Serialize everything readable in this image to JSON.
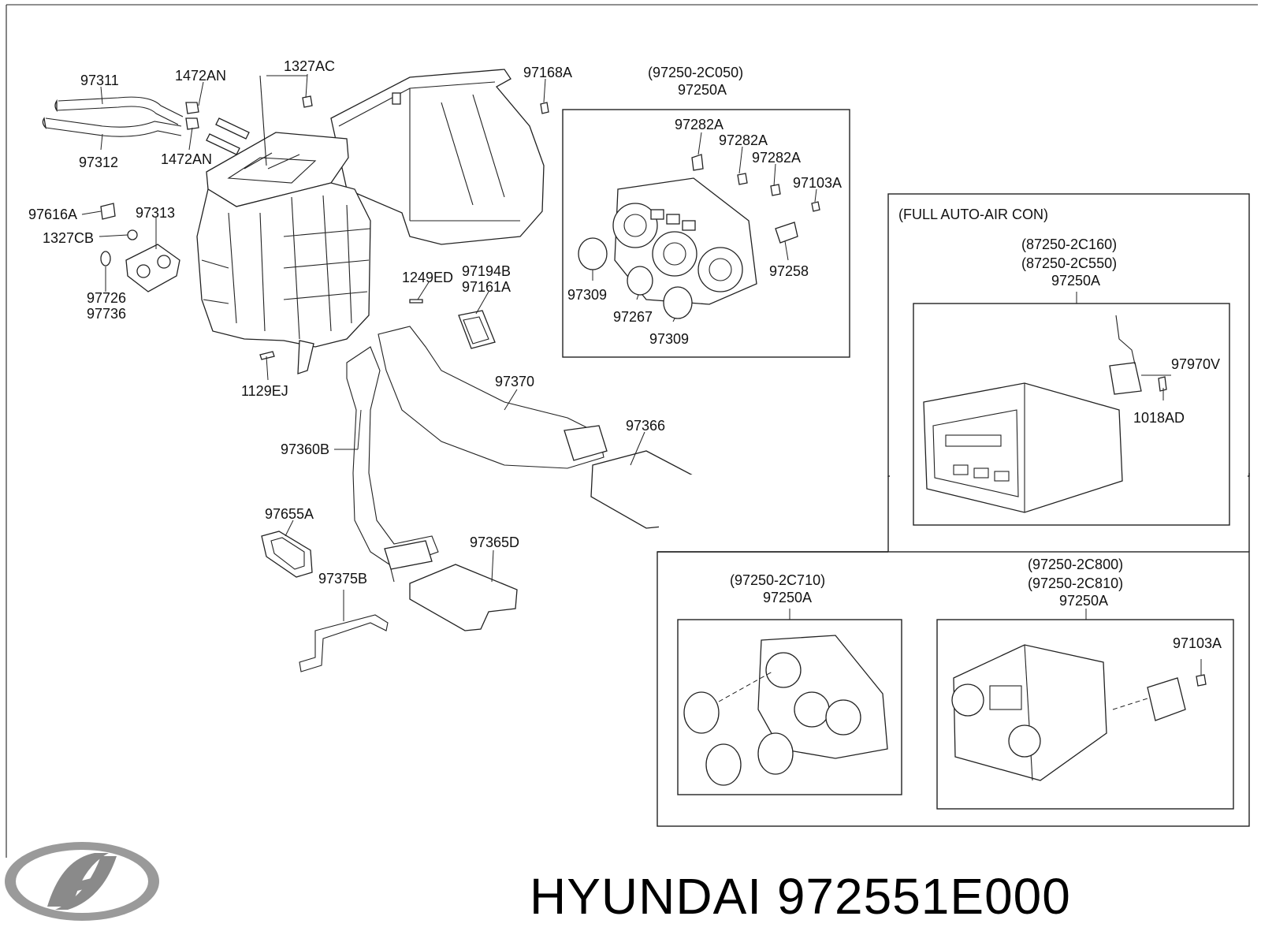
{
  "footer": {
    "brand_part": "HYUNDAI 972551E000"
  },
  "logo": {
    "brand": "HYUNDAI",
    "color": "#8a8a8a"
  },
  "labels": {
    "p97311": "97311",
    "p1472AN_a": "1472AN",
    "p1327AC": "1327AC",
    "p97168A": "97168A",
    "p97312": "97312",
    "p1472AN_b": "1472AN",
    "p97616A": "97616A",
    "p97313": "97313",
    "p1327CB": "1327CB",
    "p97726": "97726",
    "p97736": "97736",
    "p1249ED": "1249ED",
    "p97194B": "97194B",
    "p97161A": "97161A",
    "p1129EJ": "1129EJ",
    "p97370": "97370",
    "p97366": "97366",
    "p97360B": "97360B",
    "p97655A": "97655A",
    "p97365D": "97365D",
    "p97375B": "97375B"
  },
  "panel_manual": {
    "ref": "(97250-2C050)",
    "code": "97250A",
    "labels": {
      "p97282A_1": "97282A",
      "p97282A_2": "97282A",
      "p97282A_3": "97282A",
      "p97103A": "97103A",
      "p97309_a": "97309",
      "p97258": "97258",
      "p97267": "97267",
      "p97309_b": "97309"
    }
  },
  "panel_full_auto": {
    "title": "(FULL AUTO-AIR CON)",
    "ref1": "(87250-2C160)",
    "ref2": "(87250-2C550)",
    "code": "97250A",
    "labels": {
      "p97970V": "97970V",
      "p1018AD": "1018AD"
    }
  },
  "panel_c710": {
    "ref": "(97250-2C710)",
    "code": "97250A"
  },
  "panel_c800": {
    "ref1": "(97250-2C800)",
    "ref2": "(97250-2C810)",
    "code": "97250A",
    "labels": {
      "p97103A": "97103A"
    }
  }
}
